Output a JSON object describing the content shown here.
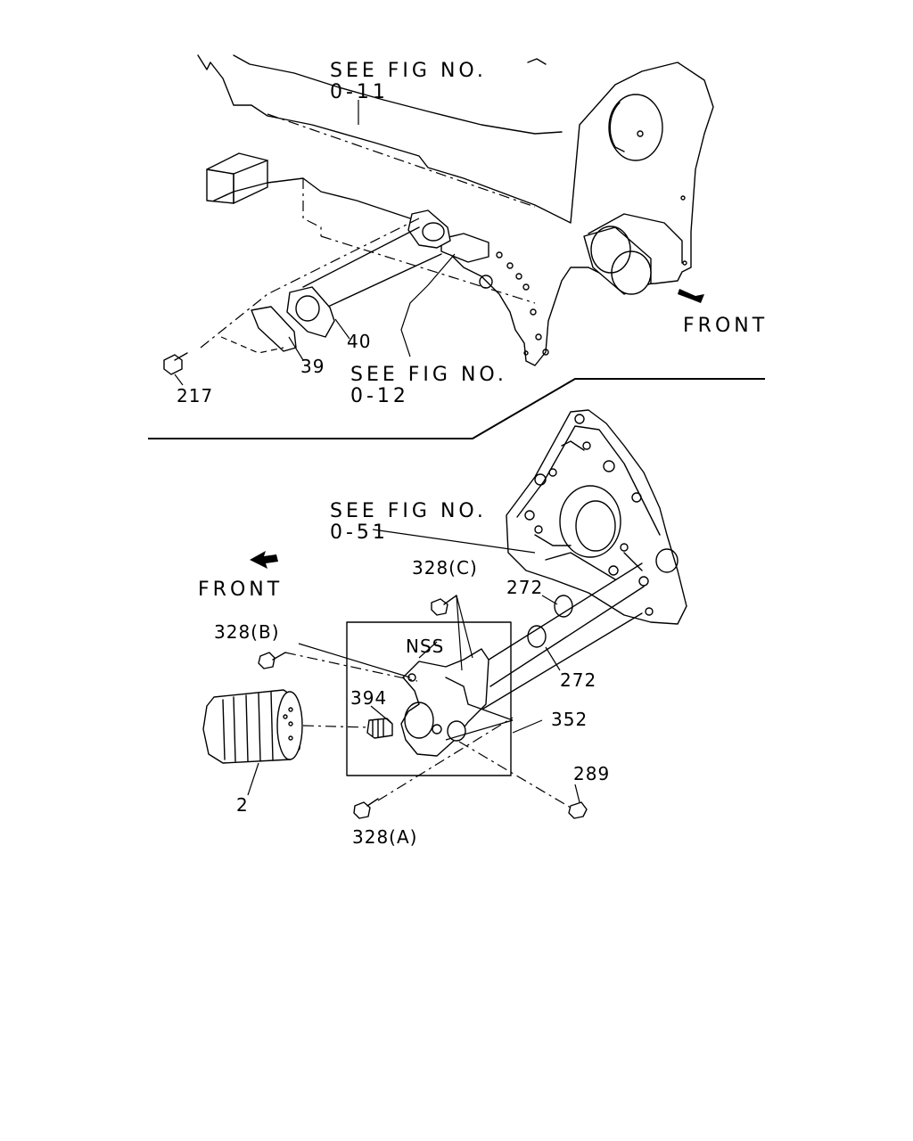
{
  "upper": {
    "ref_0_11": {
      "line1": "SEE FIG NO.",
      "line2": "0-11"
    },
    "ref_0_12": {
      "line1": "SEE FIG NO.",
      "line2": "0-12"
    },
    "front_label": "FRONT",
    "parts": {
      "p40": "40",
      "p39": "39",
      "p217": "217"
    }
  },
  "lower": {
    "ref_0_51": {
      "line1": "SEE FIG NO.",
      "line2": "0-51"
    },
    "front_label": "FRONT",
    "parts": {
      "p328c": "328(C)",
      "p328b": "328(B)",
      "p328a": "328(A)",
      "p272a": "272",
      "p272b": "272",
      "nss": "NSS",
      "p394": "394",
      "p352": "352",
      "p289": "289",
      "p2": "2"
    }
  }
}
